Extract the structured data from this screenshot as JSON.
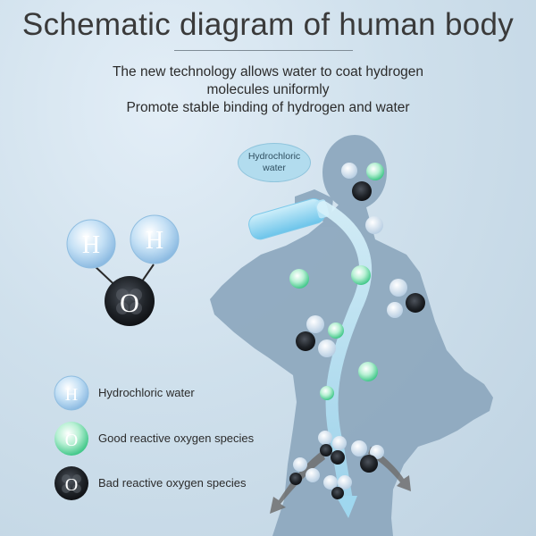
{
  "title": "Schematic diagram of human body",
  "subtitle_lines": [
    "The new technology allows water to coat hydrogen",
    "molecules uniformly",
    "Promote stable binding of hydrogen and water"
  ],
  "speech_bubble": [
    "Hydrochloric",
    "water"
  ],
  "molecule": {
    "atom_h": "H",
    "atom_o": "O"
  },
  "legend": [
    {
      "icon": "hydrogen-atom-icon",
      "letter": "H",
      "label": "Hydrochloric water"
    },
    {
      "icon": "good-oxygen-icon",
      "letter": "O",
      "label": "Good reactive oxygen species"
    },
    {
      "icon": "bad-oxygen-icon",
      "letter": "O",
      "label": "Bad reactive oxygen species"
    }
  ],
  "colors": {
    "hydrogen": "#9cc7ea",
    "good_oxygen": "#5fd5a0",
    "bad_oxygen": "#1c1f24",
    "body": "#8aa8bf",
    "water_flow": "#bfe6f6",
    "arrow": "#6e6e6e"
  }
}
